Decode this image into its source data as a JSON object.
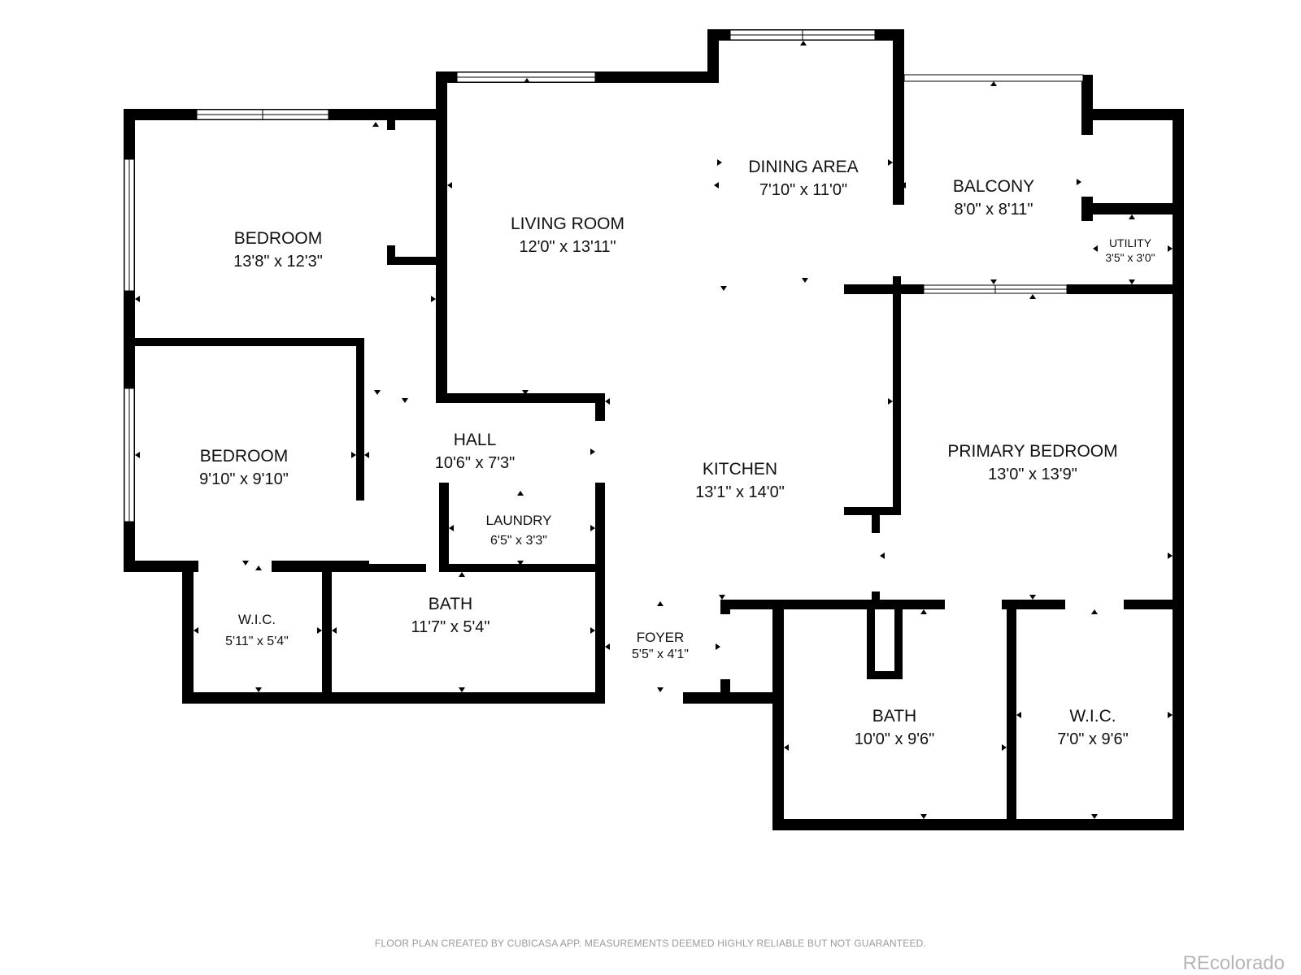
{
  "rooms": {
    "bedroom_1": {
      "name": "BEDROOM",
      "dims": "13'8\" x 12'3\""
    },
    "bedroom_2": {
      "name": "BEDROOM",
      "dims": "9'10\" x 9'10\""
    },
    "living_room": {
      "name": "LIVING ROOM",
      "dims": "12'0\" x 13'11\""
    },
    "dining_area": {
      "name": "DINING AREA",
      "dims": "7'10\" x 11'0\""
    },
    "balcony": {
      "name": "BALCONY",
      "dims": "8'0\" x 8'11\""
    },
    "utility": {
      "name": "UTILITY",
      "dims": "3'5\" x 3'0\""
    },
    "hall": {
      "name": "HALL",
      "dims": "10'6\" x 7'3\""
    },
    "kitchen": {
      "name": "KITCHEN",
      "dims": "13'1\" x 14'0\""
    },
    "primary_bedroom": {
      "name": "PRIMARY BEDROOM",
      "dims": "13'0\" x 13'9\""
    },
    "laundry": {
      "name": "LAUNDRY",
      "dims": "6'5\" x 3'3\""
    },
    "wic_1": {
      "name": "W.I.C.",
      "dims": "5'11\" x 5'4\""
    },
    "bath_1": {
      "name": "BATH",
      "dims": "11'7\" x 5'4\""
    },
    "foyer": {
      "name": "FOYER",
      "dims": "5'5\" x 4'1\""
    },
    "bath_2": {
      "name": "BATH",
      "dims": "10'0\" x 9'6\""
    },
    "wic_2": {
      "name": "W.I.C.",
      "dims": "7'0\" x 9'6\""
    }
  },
  "footer": {
    "disclaimer": "FLOOR PLAN CREATED BY CUBICASA APP. MEASUREMENTS DEEMED HIGHLY RELIABLE BUT NOT GUARANTEED.",
    "brand": "REcolorado"
  }
}
